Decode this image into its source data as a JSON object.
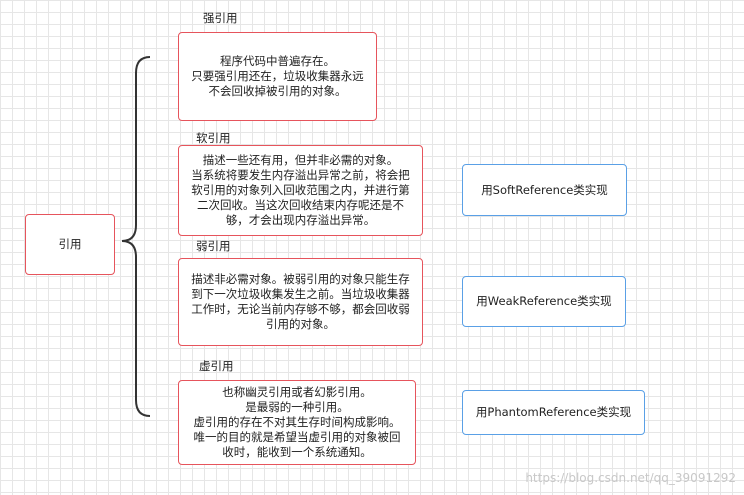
{
  "root": "引用",
  "strong": {
    "label": "强引用",
    "desc": "程序代码中普遍存在。\n只要强引用还在，垃圾收集器永远\n不会回收掉被引用的对象。"
  },
  "soft": {
    "label": "软引用",
    "desc": "描述一些还有用，但并非必需的对象。\n当系统将要发生内存溢出异常之前，将会把\n软引用的对象列入回收范围之内，并进行第\n二次回收。当这次回收结束内存呢还是不\n够，才会出现内存溢出异常。",
    "impl": "用SoftReference类实现"
  },
  "weak": {
    "label": "弱引用",
    "desc": "描述非必需对象。被弱引用的对象只能生存\n到下一次垃圾收集发生之前。当垃圾收集器\n工作时，无论当前内存够不够，都会回收弱\n引用的对象。",
    "impl": "用WeakReference类实现"
  },
  "phantom": {
    "label": "虚引用",
    "desc": "也称幽灵引用或者幻影引用。\n是最弱的一种引用。\n虚引用的存在不对其生存时间构成影响。\n唯一的目的就是希望当虚引用的对象被回\n收时，能收到一个系统通知。",
    "impl": "用PhantomReference类实现"
  },
  "watermark": "https://blog.csdn.net/qq_39091292",
  "colors": {
    "red_border": "#e6545c",
    "blue_border": "#5aa0e6"
  }
}
